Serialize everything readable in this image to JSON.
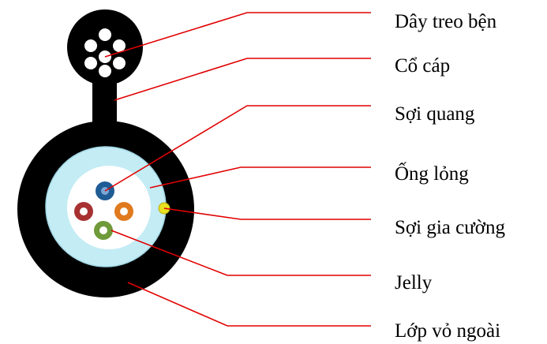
{
  "diagram": {
    "labels": [
      {
        "key": "suspension_wire",
        "text": "Dây treo bện"
      },
      {
        "key": "cable_neck",
        "text": "Cổ cáp"
      },
      {
        "key": "optical_fiber",
        "text": "Sợi quang"
      },
      {
        "key": "loose_tube",
        "text": "Ống lỏng"
      },
      {
        "key": "strength_member",
        "text": "Sợi gia cường"
      },
      {
        "key": "jelly",
        "text": "Jelly"
      },
      {
        "key": "outer_jacket",
        "text": "Lớp vỏ ngoài"
      }
    ],
    "colors": {
      "jacket": "#000000",
      "tube_outer": "#c4ecf5",
      "tube_inner": "#ffffff",
      "fiber_blue": "#1f5b94",
      "fiber_red": "#a83232",
      "fiber_orange": "#e07a1f",
      "fiber_green": "#6f9a3a",
      "strength_member": "#e8e020",
      "leader_line": "#e00000",
      "label_text": "#000000"
    }
  }
}
